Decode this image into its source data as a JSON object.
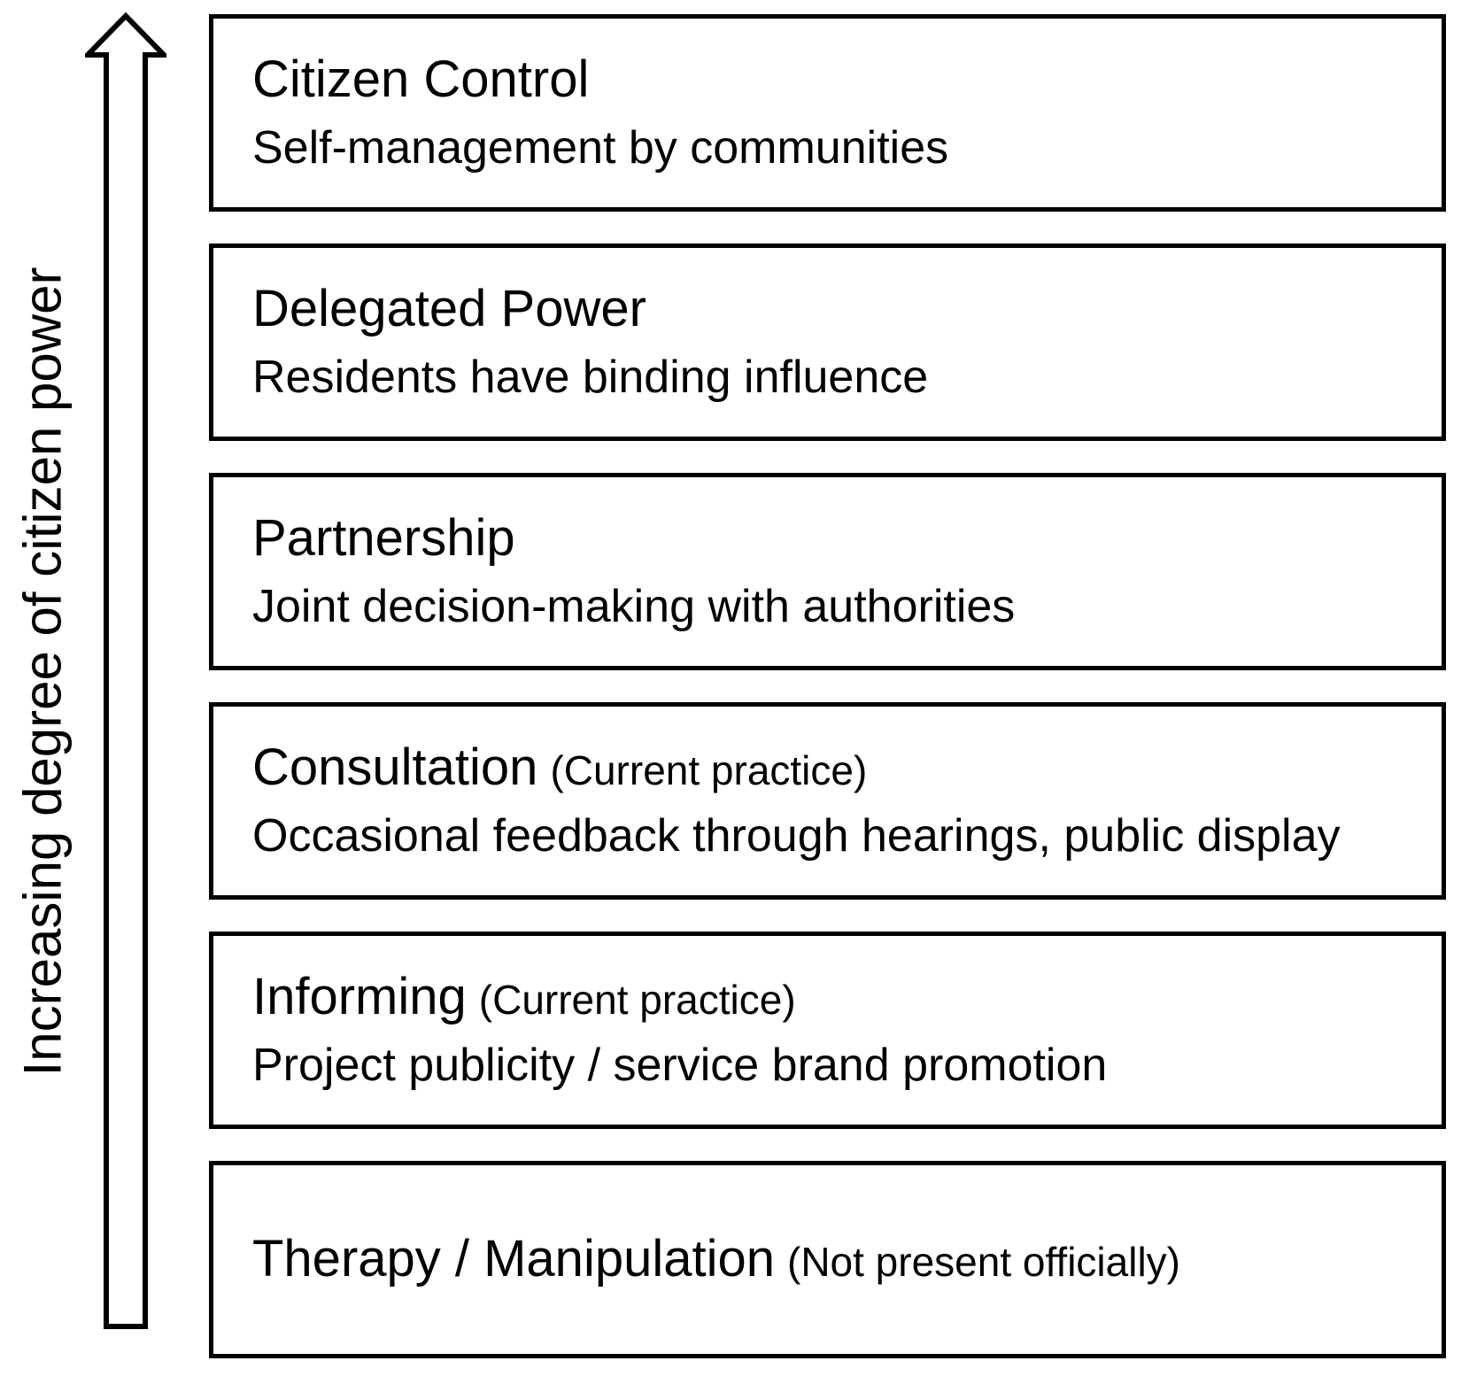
{
  "diagram": {
    "axis_label": "Increasing degree of citizen power",
    "levels": [
      {
        "title": "Citizen Control",
        "suffix": "",
        "description": "Self-management by communities"
      },
      {
        "title": "Delegated Power",
        "suffix": "",
        "description": "Residents have binding influence"
      },
      {
        "title": "Partnership",
        "suffix": "",
        "description": "Joint decision-making with authorities"
      },
      {
        "title": "Consultation",
        "suffix": "(Current practice)",
        "description": "Occasional feedback through hearings, public display"
      },
      {
        "title": "Informing",
        "suffix": "(Current practice)",
        "description": "Project publicity / service brand promotion"
      },
      {
        "title": "Therapy / Manipulation",
        "suffix": "(Not present officially)",
        "description": ""
      }
    ],
    "colors": {
      "border": "#000000",
      "background": "#ffffff",
      "text": "#000000"
    }
  }
}
